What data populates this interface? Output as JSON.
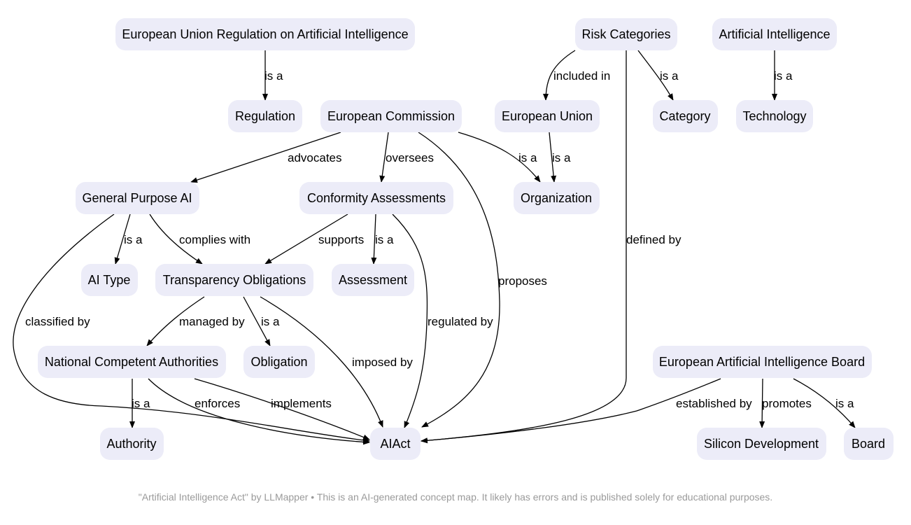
{
  "nodes": {
    "eu_reg": "European Union Regulation on Artificial Intelligence",
    "risk": "Risk Categories",
    "ai": "Artificial Intelligence",
    "regulation": "Regulation",
    "commission": "European Commission",
    "eu": "European Union",
    "category": "Category",
    "technology": "Technology",
    "gpai": "General Purpose AI",
    "conformity": "Conformity Assessments",
    "organization": "Organization",
    "aitype": "AI Type",
    "transparency": "Transparency Obligations",
    "assessment": "Assessment",
    "nca": "National Competent Authorities",
    "obligation": "Obligation",
    "board_eu": "European Artificial Intelligence Board",
    "authority": "Authority",
    "aiact": "AIAct",
    "silicon": "Silicon Development",
    "board": "Board"
  },
  "edges": [
    {
      "id": "e1",
      "label": "is a"
    },
    {
      "id": "e2",
      "label": "included in"
    },
    {
      "id": "e3",
      "label": "is a"
    },
    {
      "id": "e4",
      "label": "defined by"
    },
    {
      "id": "e5",
      "label": "is a"
    },
    {
      "id": "e6",
      "label": "advocates"
    },
    {
      "id": "e7",
      "label": "oversees"
    },
    {
      "id": "e8",
      "label": "proposes"
    },
    {
      "id": "e9",
      "label": "is a"
    },
    {
      "id": "e10",
      "label": "is a"
    },
    {
      "id": "e11",
      "label": "is a"
    },
    {
      "id": "e12",
      "label": "complies with"
    },
    {
      "id": "e13",
      "label": "classified by"
    },
    {
      "id": "e14",
      "label": "supports"
    },
    {
      "id": "e15",
      "label": "is a"
    },
    {
      "id": "e16",
      "label": "regulated by"
    },
    {
      "id": "e17",
      "label": "managed by"
    },
    {
      "id": "e18",
      "label": "is a"
    },
    {
      "id": "e19",
      "label": "imposed by"
    },
    {
      "id": "e20",
      "label": "is a"
    },
    {
      "id": "e21",
      "label": "enforces"
    },
    {
      "id": "e22",
      "label": "implements"
    },
    {
      "id": "e23",
      "label": "established by"
    },
    {
      "id": "e24",
      "label": "promotes"
    },
    {
      "id": "e25",
      "label": "is a"
    }
  ],
  "footer": "\"Artificial Intelligence Act\" by LLMapper • This is an AI-generated concept map. It likely has errors and is published solely for educational purposes."
}
